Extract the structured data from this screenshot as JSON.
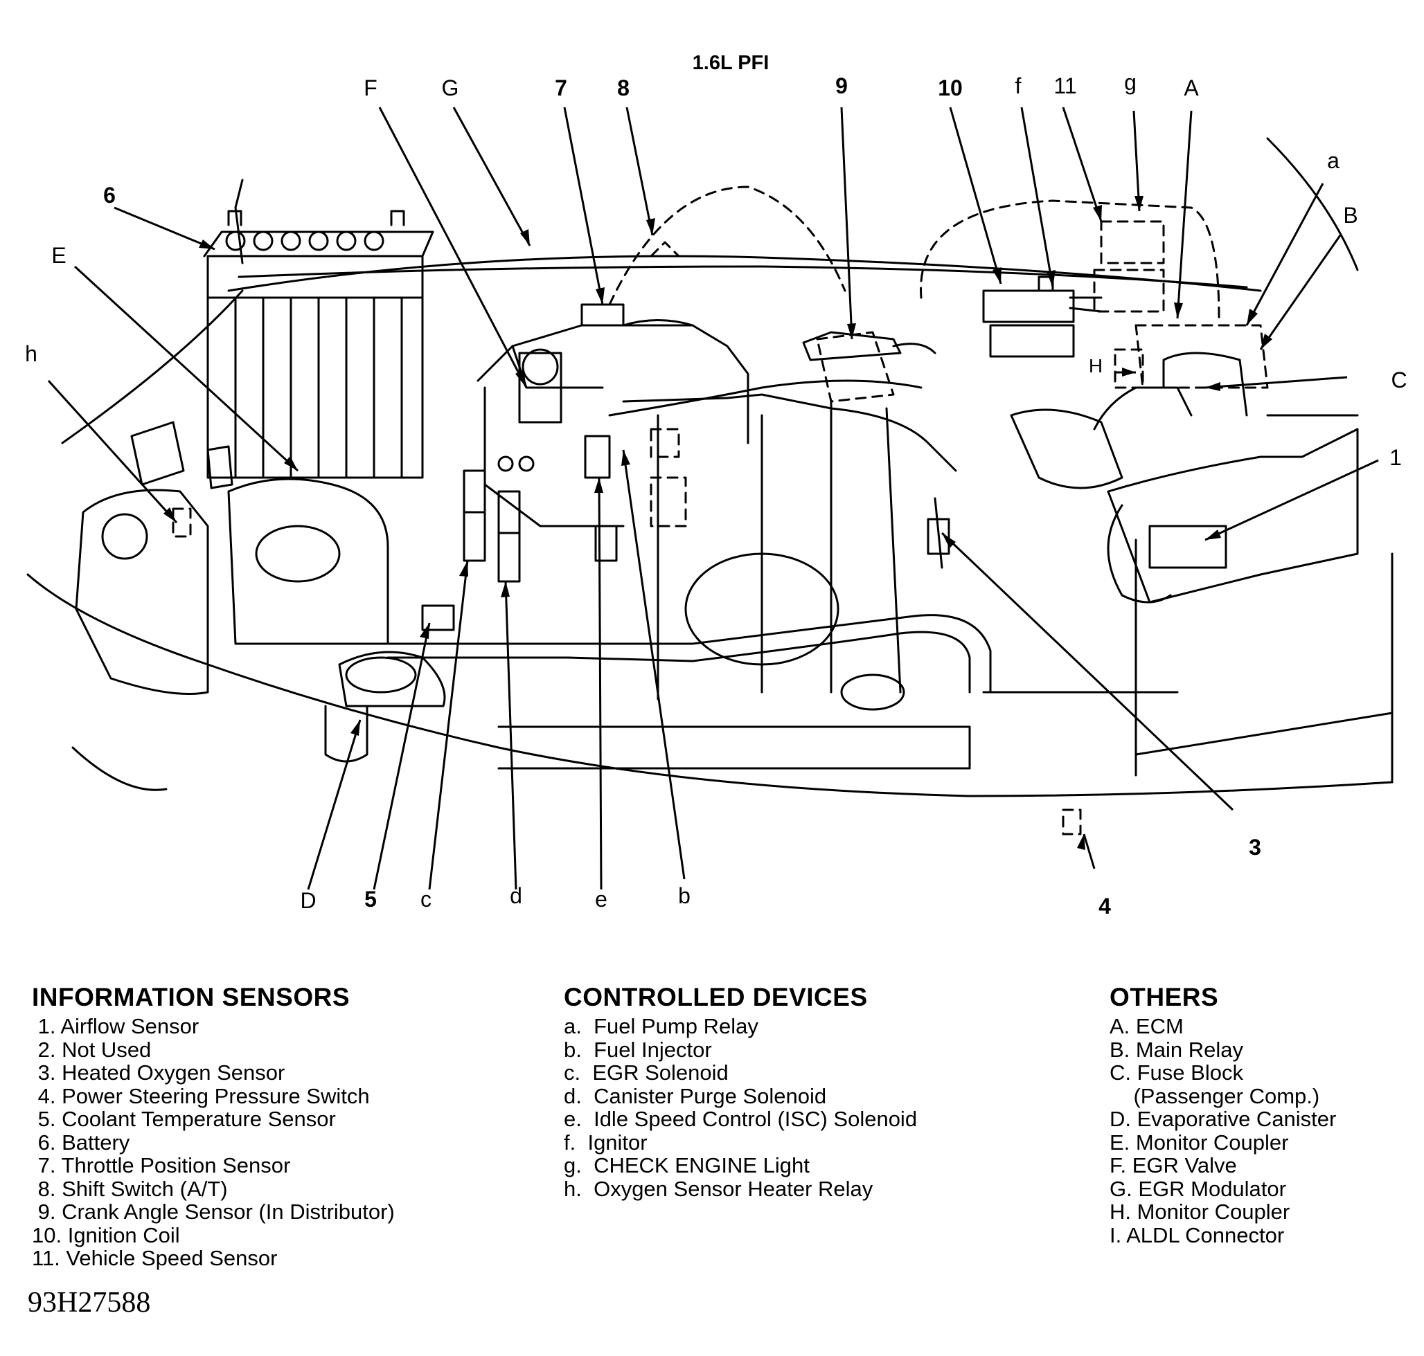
{
  "title": "1.6L PFI",
  "callouts": {
    "top": [
      "F",
      "G",
      "7",
      "8",
      "9",
      "10",
      "f",
      "11",
      "g",
      "A"
    ],
    "right": [
      "a",
      "B",
      "C",
      "1",
      "3",
      "4"
    ],
    "left": [
      "6",
      "E",
      "h"
    ],
    "bottom": [
      "D",
      "5",
      "c",
      "d",
      "e",
      "b"
    ],
    "misc": [
      "H"
    ]
  },
  "legend": {
    "information_sensors": {
      "heading": "INFORMATION SENSORS",
      "items": [
        " 1. Airflow Sensor",
        " 2. Not Used",
        " 3. Heated Oxygen Sensor",
        " 4. Power Steering Pressure Switch",
        " 5. Coolant Temperature Sensor",
        " 6. Battery",
        " 7. Throttle Position Sensor",
        " 8. Shift Switch (A/T)",
        " 9. Crank Angle Sensor (In Distributor)",
        "10. Ignition Coil",
        "11. Vehicle Speed Sensor"
      ]
    },
    "controlled_devices": {
      "heading": "CONTROLLED DEVICES",
      "items": [
        "a.  Fuel Pump Relay",
        "b.  Fuel Injector",
        "c.  EGR Solenoid",
        "d.  Canister Purge Solenoid",
        "e.  Idle Speed Control (ISC) Solenoid",
        "f.  Ignitor",
        "g.  CHECK ENGINE Light",
        "h.  Oxygen Sensor Heater Relay"
      ]
    },
    "others": {
      "heading": "OTHERS",
      "items": [
        "A. ECM",
        "B. Main Relay",
        "C. Fuse Block",
        "    (Passenger Comp.)",
        "D. Evaporative Canister",
        "E. Monitor Coupler",
        "F. EGR Valve",
        "G. EGR Modulator",
        "H. Monitor Coupler",
        "I. ALDL Connector"
      ]
    }
  },
  "figure_id": "93H27588"
}
